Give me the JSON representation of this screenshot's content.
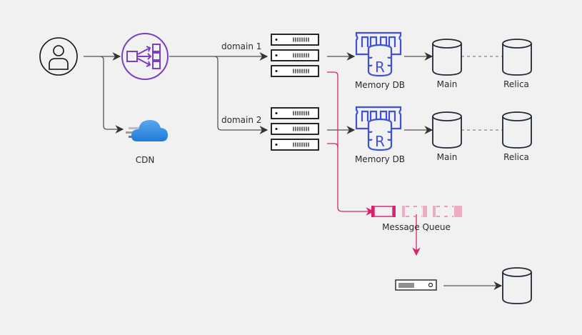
{
  "diagram": {
    "colors": {
      "background": "#f1f1f1",
      "connector": "#555555",
      "async_connector": "#d6246e",
      "load_balancer": "#7b3fc4",
      "memory_db": "#3f51d6",
      "cdn": "#2f86e0",
      "icon_stroke": "#1f2937"
    },
    "nodes": {
      "user": {
        "icon": "user-icon"
      },
      "load_balancer": {
        "icon": "load-balancer-icon"
      },
      "cdn": {
        "icon": "cloud-icon",
        "label": "CDN"
      },
      "server_group_1": {
        "icon": "server-rack-icon",
        "units": 3
      },
      "server_group_2": {
        "icon": "server-rack-icon",
        "units": 3
      },
      "memory_db_1": {
        "icon": "memory-db-icon",
        "label": "Memory DB",
        "glyph": "R"
      },
      "memory_db_2": {
        "icon": "memory-db-icon",
        "label": "Memory DB",
        "glyph": "R"
      },
      "main_db_1": {
        "icon": "database-icon",
        "label": "Main"
      },
      "replica_db_1": {
        "icon": "database-icon",
        "label": "Relica"
      },
      "main_db_2": {
        "icon": "database-icon",
        "label": "Main"
      },
      "replica_db_2": {
        "icon": "database-icon",
        "label": "Relica"
      },
      "message_queue": {
        "icon": "message-queue-icon",
        "label": "Message Queue"
      },
      "worker": {
        "icon": "server-unit-icon"
      },
      "worker_db": {
        "icon": "database-icon"
      }
    },
    "edges": {
      "domain_1": "domain 1",
      "domain_2": "domain 2"
    }
  }
}
